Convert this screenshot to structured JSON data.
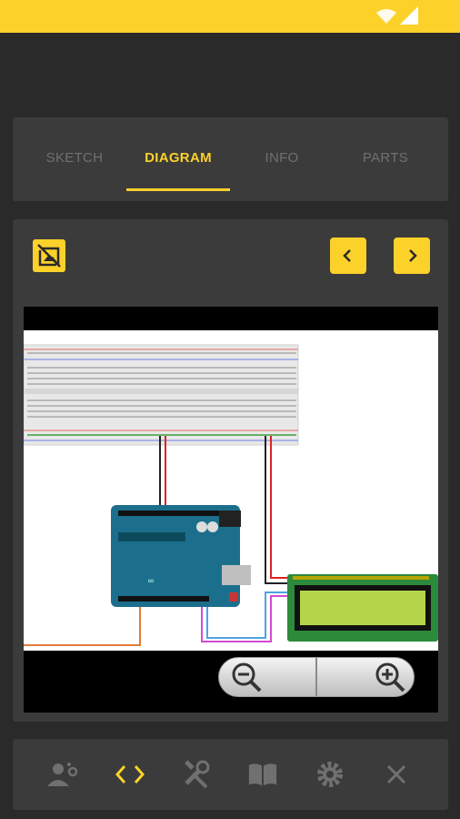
{
  "tabs": [
    {
      "label": "SKETCH",
      "active": false
    },
    {
      "label": "DIAGRAM",
      "active": true
    },
    {
      "label": "INFO",
      "active": false
    },
    {
      "label": "PARTS",
      "active": false
    }
  ],
  "toolbar": {
    "hide_image_icon": "image-off-icon",
    "prev_icon": "chevron-left-icon",
    "next_icon": "chevron-right-icon"
  },
  "zoom": {
    "out_icon": "zoom-out-icon",
    "in_icon": "zoom-in-icon"
  },
  "bottom_nav": [
    {
      "icon": "user-settings-icon",
      "active": false
    },
    {
      "icon": "code-icon",
      "active": true
    },
    {
      "icon": "tools-icon",
      "active": false
    },
    {
      "icon": "book-icon",
      "active": false
    },
    {
      "icon": "gear-icon",
      "active": false
    },
    {
      "icon": "close-icon",
      "active": false
    }
  ],
  "colors": {
    "accent": "#fcd12a",
    "background": "#2a2a2a",
    "card": "#3b3b3b",
    "inactive": "#707070"
  }
}
